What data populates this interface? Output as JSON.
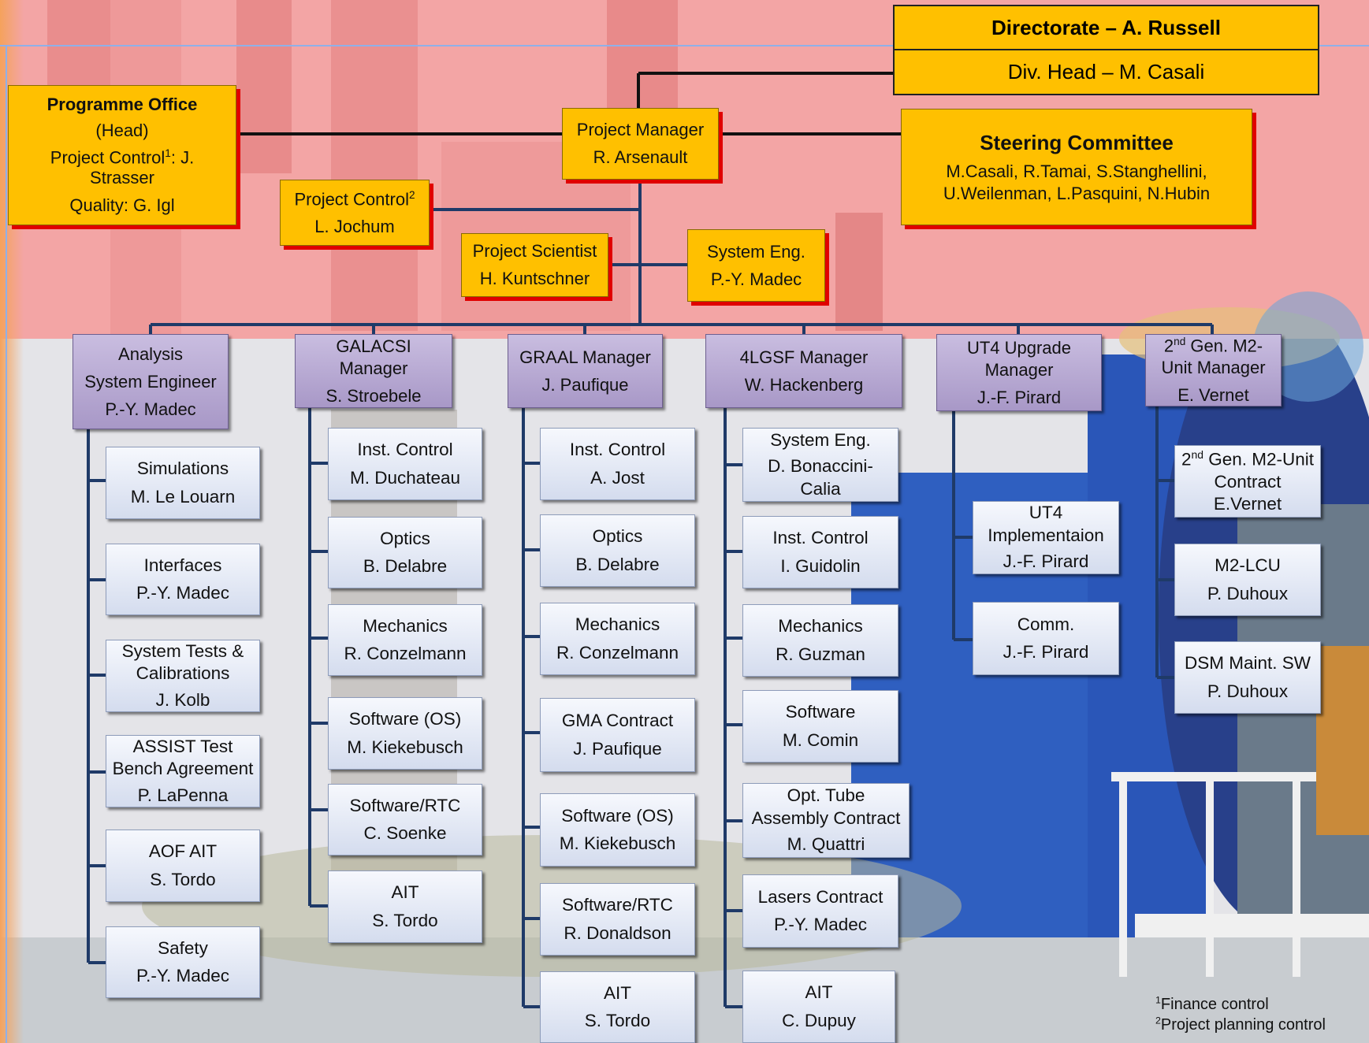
{
  "directorate": {
    "title": "Directorate – A. Russell",
    "div_head": "Div. Head – M. Casali"
  },
  "programme_office": {
    "title": "Programme Office",
    "head": "(Head)",
    "pc_label": "Project Control",
    "pc_sup": "1",
    "pc_name": ": J.",
    "pc_name2": "Strasser",
    "quality": "Quality: G. Igl"
  },
  "project_manager": {
    "role": "Project Manager",
    "name": "R. Arsenault"
  },
  "steering": {
    "title": "Steering Committee",
    "line1": "M.Casali, R.Tamai, S.Stanghellini,",
    "line2": "U.Weilenman, L.Pasquini, N.Hubin"
  },
  "project_control": {
    "role": "Project Control",
    "sup": "2",
    "name": "L. Jochum"
  },
  "project_scientist": {
    "role": "Project Scientist",
    "name": "H. Kuntschner"
  },
  "system_eng": {
    "role": "System Eng.",
    "name": "P.-Y. Madec"
  },
  "managers": [
    {
      "lines": [
        "Analysis",
        "System Engineer",
        "P.-Y. Madec"
      ]
    },
    {
      "lines": [
        "GALACSI",
        "Manager",
        "S. Stroebele"
      ]
    },
    {
      "lines": [
        "GRAAL Manager",
        "J. Paufique"
      ]
    },
    {
      "lines": [
        "4LGSF Manager",
        "W. Hackenberg"
      ]
    },
    {
      "lines": [
        "UT4 Upgrade",
        "Manager",
        "J.-F. Pirard"
      ]
    },
    {
      "sup_pre": "2",
      "sup": "nd",
      "first_rest": " Gen. M2-",
      "lines": [
        "Unit Manager",
        "E. Vernet"
      ]
    }
  ],
  "analysis_items": [
    {
      "lines": [
        "Simulations",
        "M. Le Louarn"
      ]
    },
    {
      "lines": [
        "Interfaces",
        "P.-Y. Madec"
      ]
    },
    {
      "lines": [
        "System Tests &",
        "Calibrations",
        "J. Kolb"
      ]
    },
    {
      "lines": [
        "ASSIST Test",
        "Bench Agreement",
        "P. LaPenna"
      ]
    },
    {
      "lines": [
        "AOF AIT",
        "S. Tordo"
      ]
    },
    {
      "lines": [
        "Safety",
        "P.-Y. Madec"
      ]
    }
  ],
  "galacsi_items": [
    {
      "lines": [
        "Inst. Control",
        "M. Duchateau"
      ]
    },
    {
      "lines": [
        "Optics",
        "B. Delabre"
      ]
    },
    {
      "lines": [
        "Mechanics",
        "R. Conzelmann"
      ]
    },
    {
      "lines": [
        "Software (OS)",
        "M. Kiekebusch"
      ]
    },
    {
      "lines": [
        "Software/RTC",
        "C. Soenke"
      ]
    },
    {
      "lines": [
        "AIT",
        "S. Tordo"
      ]
    }
  ],
  "graal_items": [
    {
      "lines": [
        "Inst. Control",
        "A. Jost"
      ]
    },
    {
      "lines": [
        "Optics",
        "B. Delabre"
      ]
    },
    {
      "lines": [
        "Mechanics",
        "R. Conzelmann"
      ]
    },
    {
      "lines": [
        "GMA Contract",
        "J. Paufique"
      ]
    },
    {
      "lines": [
        "Software (OS)",
        "M. Kiekebusch"
      ]
    },
    {
      "lines": [
        "Software/RTC",
        "R. Donaldson"
      ]
    },
    {
      "lines": [
        "AIT",
        "S. Tordo"
      ]
    }
  ],
  "lgsf_items": [
    {
      "lines": [
        "System Eng.",
        "D. Bonaccini-",
        "Calia"
      ]
    },
    {
      "lines": [
        "Inst. Control",
        "I. Guidolin"
      ]
    },
    {
      "lines": [
        "Mechanics",
        "R. Guzman"
      ]
    },
    {
      "lines": [
        "Software",
        "M. Comin"
      ]
    },
    {
      "lines": [
        "Opt. Tube",
        "Assembly Contract",
        "M. Quattri"
      ]
    },
    {
      "lines": [
        "Lasers Contract",
        "P.-Y. Madec"
      ]
    },
    {
      "lines": [
        "AIT",
        "C. Dupuy"
      ]
    }
  ],
  "ut4_items": [
    {
      "lines": [
        "UT4",
        "Implementaion",
        "J.-F. Pirard"
      ]
    },
    {
      "lines": [
        "Comm.",
        "J.-F. Pirard"
      ]
    }
  ],
  "m2_items": [
    {
      "sup_pre": "2",
      "sup": "nd",
      "first_rest": " Gen. M2-Unit",
      "lines": [
        "Contract",
        "E.Vernet"
      ]
    },
    {
      "lines": [
        "M2-LCU",
        "P. Duhoux"
      ]
    },
    {
      "lines": [
        "DSM Maint. SW",
        "P. Duhoux"
      ]
    }
  ],
  "footnotes": [
    {
      "sup": "1",
      "text": "Finance control"
    },
    {
      "sup": "2",
      "text": "Project planning control"
    }
  ],
  "colors": {
    "yellow": "#FFC000",
    "red_shadow": "#E00000",
    "manager_purple": "#B3A6CF",
    "item_blue": "#D9E1F2",
    "connector": "#1F3A68",
    "bg_top": "#F2A0A0"
  }
}
